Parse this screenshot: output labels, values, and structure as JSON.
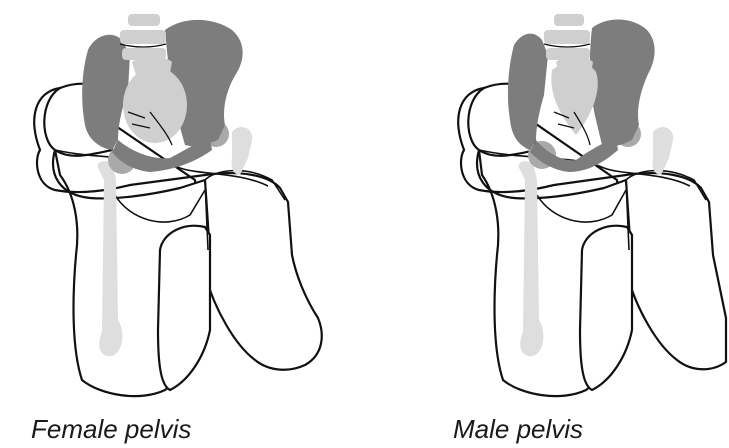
{
  "figures": [
    {
      "caption": "Female pelvis",
      "pelvis": "female"
    },
    {
      "caption": "Male pelvis",
      "pelvis": "male"
    }
  ],
  "colors": {
    "bone_dark": "#7d7d7d",
    "bone_mid": "#a9a9a9",
    "bone_light": "#cfcfcf",
    "outline": "#111111"
  }
}
